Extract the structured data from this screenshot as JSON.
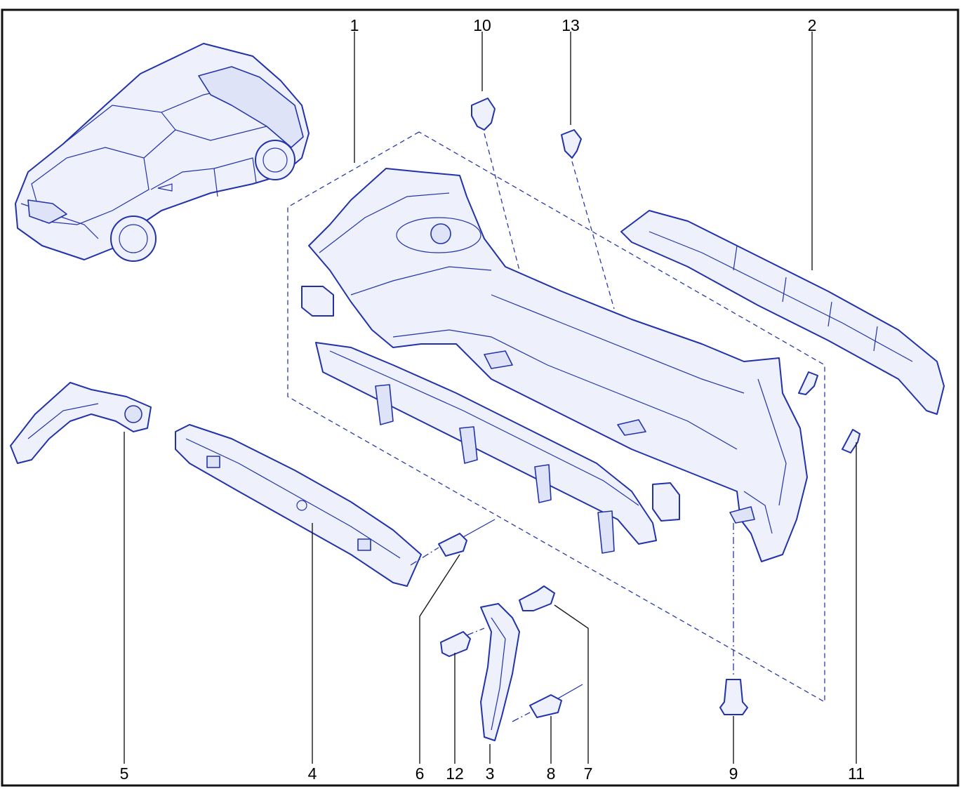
{
  "diagram": {
    "callouts": [
      {
        "id": "c1",
        "text": "1"
      },
      {
        "id": "c10",
        "text": "10"
      },
      {
        "id": "c13",
        "text": "13"
      },
      {
        "id": "c2",
        "text": "2"
      },
      {
        "id": "c5",
        "text": "5"
      },
      {
        "id": "c4",
        "text": "4"
      },
      {
        "id": "c6",
        "text": "6"
      },
      {
        "id": "c12",
        "text": "12"
      },
      {
        "id": "c3",
        "text": "3"
      },
      {
        "id": "c8",
        "text": "8"
      },
      {
        "id": "c7",
        "text": "7"
      },
      {
        "id": "c9",
        "text": "9"
      },
      {
        "id": "c11",
        "text": "11"
      }
    ],
    "colors": {
      "line_art": "#2233aa",
      "part_fill": "#eef0fb",
      "frame": "#1a1a1a",
      "text": "#000000"
    }
  }
}
